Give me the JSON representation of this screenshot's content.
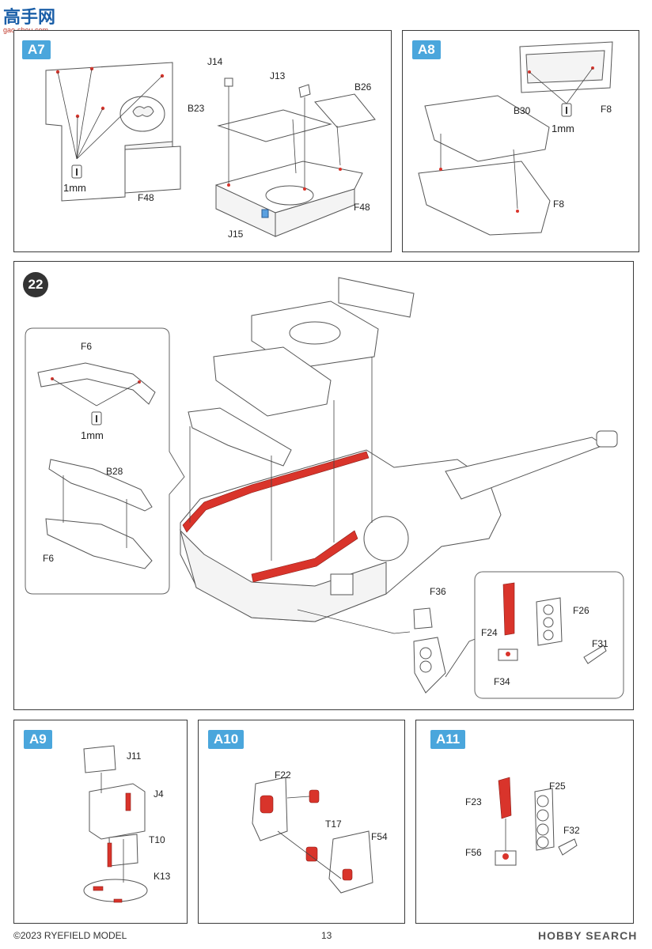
{
  "watermark": {
    "title": "高手网",
    "url": "gao-shou.com"
  },
  "steps": {
    "a7": {
      "tag": "A7",
      "drill": "1mm",
      "labels": {
        "j14": "J14",
        "j13": "J13",
        "b26": "B26",
        "b23": "B23",
        "f48_left": "F48",
        "f48_right": "F48",
        "j15": "J15"
      }
    },
    "a8": {
      "tag": "A8",
      "drill": "1mm",
      "labels": {
        "b30": "B30",
        "f8_top": "F8",
        "f8_bottom": "F8"
      }
    },
    "s22": {
      "number": "22",
      "inset": {
        "drill": "1mm",
        "labels": {
          "f6_top": "F6",
          "b28": "B28",
          "f6_bottom": "F6"
        }
      },
      "labels": {
        "f36": "F36"
      },
      "detail": {
        "labels": {
          "f24": "F24",
          "f26": "F26",
          "f31": "F31",
          "f34": "F34"
        }
      }
    },
    "a9": {
      "tag": "A9",
      "labels": {
        "j11": "J11",
        "j4": "J4",
        "t10": "T10",
        "k13": "K13"
      }
    },
    "a10": {
      "tag": "A10",
      "labels": {
        "f22": "F22",
        "t17": "T17",
        "f54": "F54"
      }
    },
    "a11": {
      "tag": "A11",
      "labels": {
        "f23": "F23",
        "f25": "F25",
        "f32": "F32",
        "f56": "F56"
      }
    }
  },
  "footer": {
    "copyright": "©2023 RYEFIELD MODEL",
    "page": "13",
    "store_logo": "HOBBY SEARCH"
  },
  "colors": {
    "tag_blue": "#4aa6dc",
    "glue_red": "#d9342b",
    "frame": "#3a3a3a"
  }
}
